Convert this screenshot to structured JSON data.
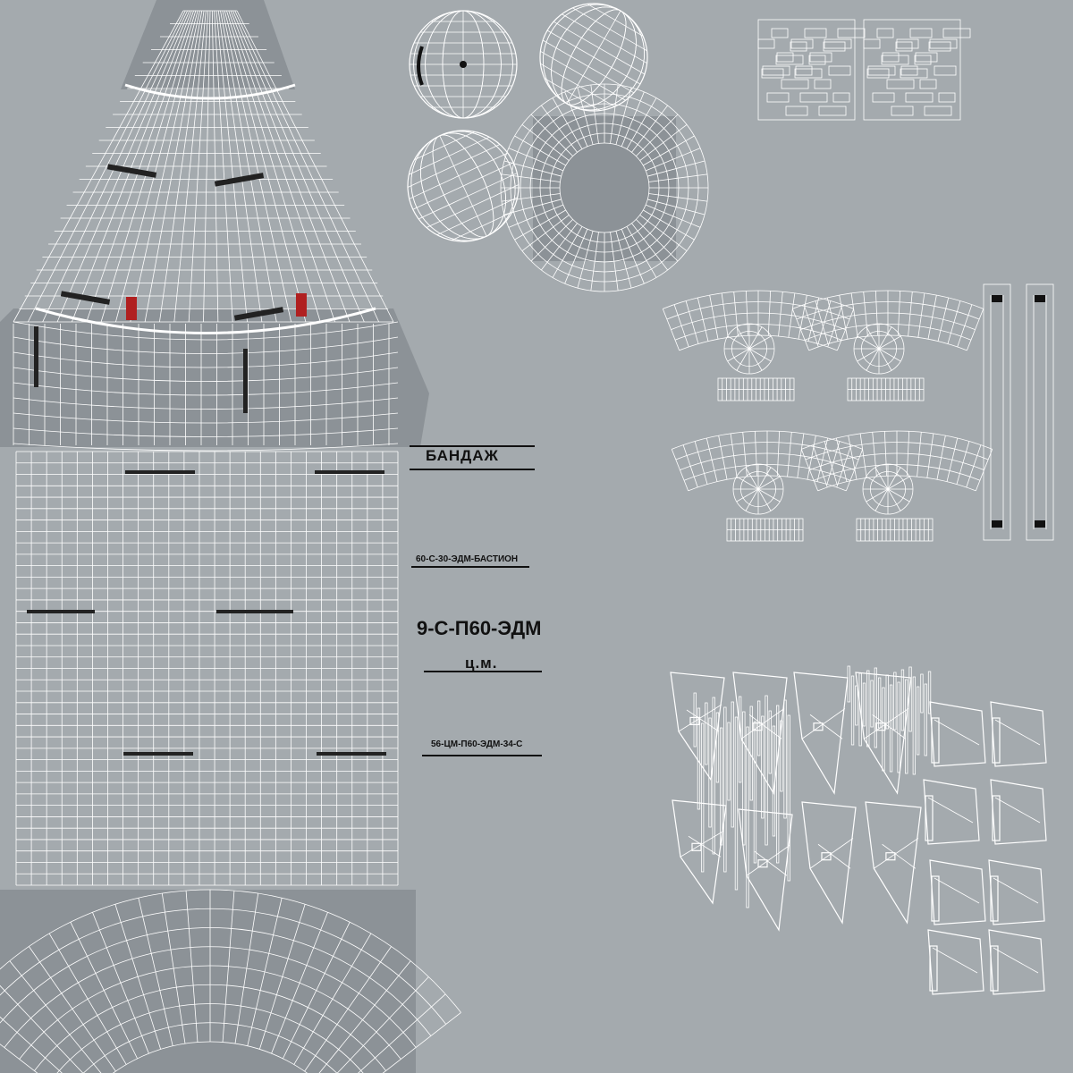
{
  "labels": {
    "bandage": "БАНДАЖ",
    "bastion": "60-С-30-ЭДМ-БАСТИОН",
    "model": "9-С-П60-ЭДМ",
    "cm": "ц.м.",
    "code": "56-ЦМ-П60-ЭДМ-34-С"
  },
  "colors": {
    "background": "#a4aaae",
    "wire": "#ffffff",
    "dark_panel": "#8c9297",
    "accent_red": "#b02020",
    "ink": "#111111"
  }
}
